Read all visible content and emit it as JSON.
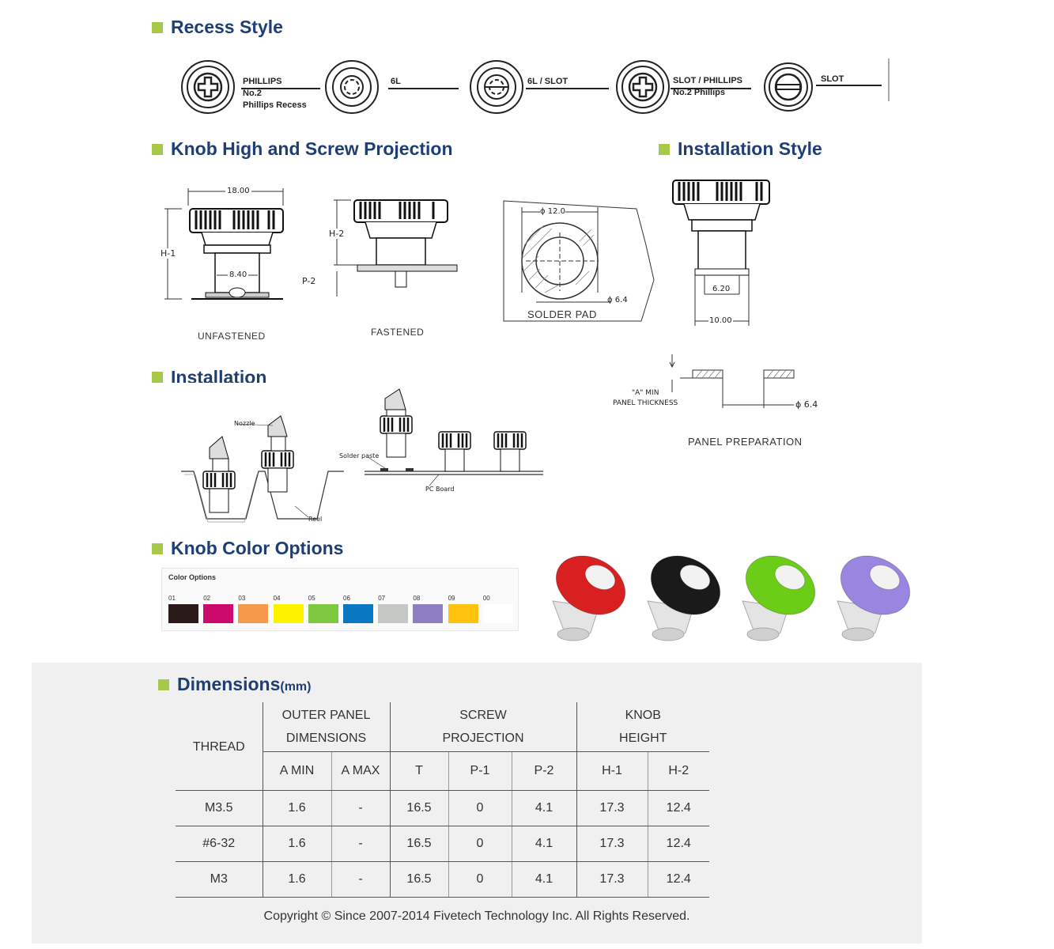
{
  "sections": {
    "recess": "Recess Style",
    "knob_high": "Knob High and Screw Projection",
    "installation_style": "Installation Style",
    "installation": "Installation",
    "color_options": "Knob Color Options",
    "dimensions": "Dimensions",
    "dimensions_unit": "(mm)"
  },
  "recess_styles": [
    {
      "line1": "PHILLIPS",
      "line2": "No.2",
      "line3": "Phillips Recess"
    },
    {
      "line1": "6L"
    },
    {
      "line1": "6L / SLOT"
    },
    {
      "line1": "SLOT / PHILLIPS",
      "line2": "No.2 Phillips"
    },
    {
      "line1": "SLOT"
    }
  ],
  "drawings": {
    "dim_18": "18.00",
    "h1": "H-1",
    "dim_840": "8.40",
    "h2": "H-2",
    "p2": "P-2",
    "unfastened": "UNFASTENED",
    "fastened": "FASTENED",
    "pad_d": "ϕ 12.0",
    "pad_d2": "ϕ 6.4",
    "solder_pad": "SOLDER PAD",
    "dim_620": "6.20",
    "dim_1000": "10.00",
    "a_min": "\"A\" MIN",
    "panel_thickness": "PANEL THICKNESS",
    "panel_d": "ϕ 6.4",
    "panel_preparation": "PANEL PREPARATION",
    "nozzle": "Nozzle",
    "reel": "Reel",
    "solder_paste": "Solder paste",
    "pc_board": "PC Board"
  },
  "color_options": {
    "title": "Color Options",
    "swatches": [
      {
        "code": "01",
        "color": "#2a1a18"
      },
      {
        "code": "02",
        "color": "#cc0a6e"
      },
      {
        "code": "03",
        "color": "#f59a4a"
      },
      {
        "code": "04",
        "color": "#fff200"
      },
      {
        "code": "05",
        "color": "#7ec93f"
      },
      {
        "code": "06",
        "color": "#0a77c2"
      },
      {
        "code": "07",
        "color": "#c4c8c4"
      },
      {
        "code": "08",
        "color": "#8f7ec2"
      },
      {
        "code": "09",
        "color": "#ffc20e"
      },
      {
        "code": "00",
        "color": "#ffffff"
      }
    ],
    "knob_photos": [
      "#d92020",
      "#1a1a1a",
      "#6ccd18",
      "#9a86e0"
    ]
  },
  "dimensions_table": {
    "h_thread": "THREAD",
    "h_outer_1": "OUTER  PANEL",
    "h_outer_2": "DIMENSIONS",
    "h_screw_1": "SCREW",
    "h_screw_2": "PROJECTION",
    "h_knob_1": "KNOB",
    "h_knob_2": "HEIGHT",
    "sub": [
      "A MIN",
      "A MAX",
      "T",
      "P-1",
      "P-2",
      "H-1",
      "H-2"
    ],
    "rows": [
      [
        "M3.5",
        "1.6",
        "-",
        "16.5",
        "0",
        "4.1",
        "17.3",
        "12.4"
      ],
      [
        "#6-32",
        "1.6",
        "-",
        "16.5",
        "0",
        "4.1",
        "17.3",
        "12.4"
      ],
      [
        "M3",
        "1.6",
        "-",
        "16.5",
        "0",
        "4.1",
        "17.3",
        "12.4"
      ]
    ]
  },
  "footer": "Copyright © Since 2007-2014 Fivetech Technology Inc. All Rights Reserved."
}
